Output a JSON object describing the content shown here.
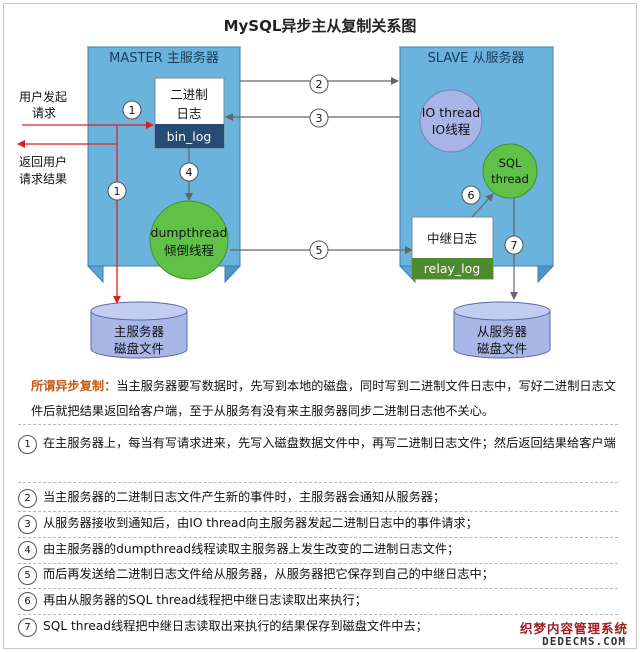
{
  "title": "MySQL异步主从复制关系图",
  "master": {
    "label": "MASTER 主服务器",
    "binlog_line1": "二进制",
    "binlog_line2": "日志",
    "binlog_tag": "bin_log",
    "dump_line1": "dumpthread",
    "dump_line2": "倾倒线程",
    "disk_line1": "主服务器",
    "disk_line2": "磁盘文件"
  },
  "slave": {
    "label": "SLAVE 从服务器",
    "io_line1": "IO thread",
    "io_line2": "IO线程",
    "sql_line1": "SQL",
    "sql_line2": "thread",
    "relay_line1": "中继日志",
    "relay_tag": "relay_log",
    "disk_line1": "从服务器",
    "disk_line2": "磁盘文件"
  },
  "side_labels": {
    "request_line1": "用户发起",
    "request_line2": "请求",
    "return_line1": "返回用户",
    "return_line2": "请求结果"
  },
  "markers": [
    "1",
    "1",
    "2",
    "3",
    "4",
    "5",
    "6",
    "7"
  ],
  "description": {
    "highlight": "所谓异步复制：",
    "text": "当主服务器要写数据时，先写到本地的磁盘，同时写到二进制文件日志中，写好二进制日志文件后就把结果返回给客户端，至于从服务有没有来主服务器同步二进制日志他不关心。"
  },
  "steps": [
    {
      "num": "1",
      "text": "在主服务器上，每当有写请求进来，先写入磁盘数据文件中，再写二进制日志文件；然后返回结果给客户端"
    },
    {
      "num": "2",
      "text": "当主服务器的二进制日志文件产生新的事件时，主服务器会通知从服务器；"
    },
    {
      "num": "3",
      "text": "从服务器接收到通知后，由IO thread向主服务器发起二进制日志中的事件请求；"
    },
    {
      "num": "4",
      "text": "由主服务器的dumpthread线程读取主服务器上发生改变的二进制日志文件；"
    },
    {
      "num": "5",
      "text": "而后再发送给二进制日志文件给从服务器，从服务器把它保存到自己的中继日志中；"
    },
    {
      "num": "6",
      "text": "再由从服务器的SQL thread线程把中继日志读取出来执行；"
    },
    {
      "num": "7",
      "text": "SQL thread线程把中继日志读取出来执行的结果保存到磁盘文件中去；"
    }
  ],
  "watermark": {
    "line1": "织梦内容管理系统",
    "line2": "DEDECMS.COM"
  },
  "colors": {
    "box_fill": "#6ab3dd",
    "box_top": "#a6d3ee",
    "box_side": "#4b97c6",
    "circle_fill": "#a8b5e6",
    "dump_fill": "#5fc247",
    "sql_fill": "#5fc247",
    "binlog_tag": "#264c73",
    "relay_tag": "#4f8a30",
    "disk_fill": "#a9b7e8",
    "accent": "#c55a11",
    "arrow_red": "#e02020"
  }
}
